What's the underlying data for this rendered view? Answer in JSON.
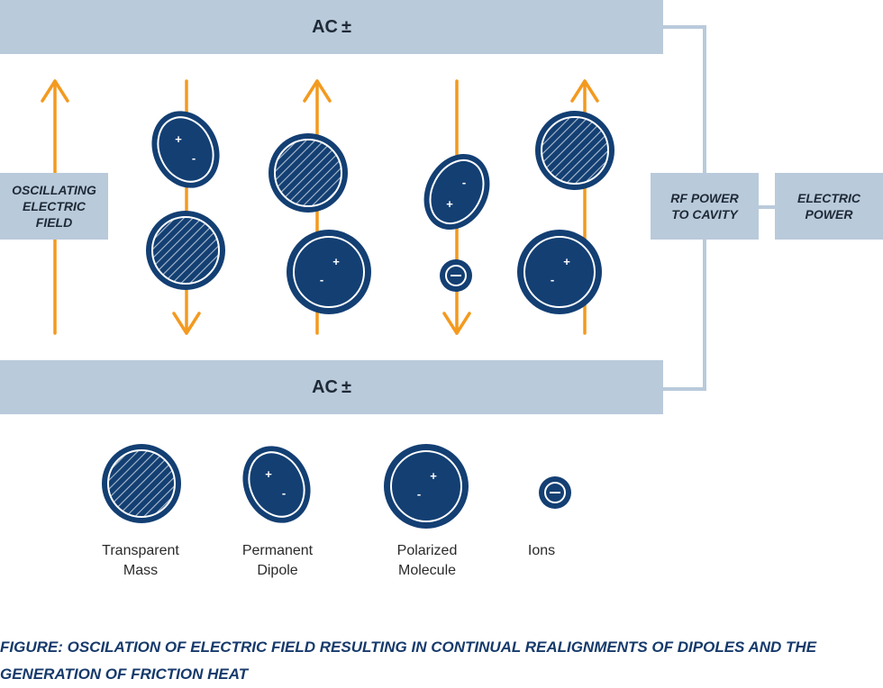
{
  "top_bar": {
    "label": "AC",
    "symbol": "±"
  },
  "bottom_bar": {
    "label": "AC",
    "symbol": "±"
  },
  "field_box": {
    "label": "OSCILLATING\nELECTRIC\nFIELD"
  },
  "rf_box": {
    "label": "RF POWER\nTO CAVITY"
  },
  "power_box": {
    "label": "ELECTRIC\nPOWER"
  },
  "signs": {
    "plus": "+",
    "minus": "-",
    "ion": "−"
  },
  "legend": [
    {
      "label": "Transparent\nMass"
    },
    {
      "label": "Permanent\nDipole"
    },
    {
      "label": "Polarized\nMolecule"
    },
    {
      "label": "Ions"
    }
  ],
  "caption": "FIGURE: OSCILATION OF ELECTRIC FIELD RESULTING IN CONTINUAL REALIGNMENTS OF DIPOLES AND THE GENERATION OF FRICTION HEAT",
  "colors": {
    "bar": "#b9cadb",
    "navy": "#133f73",
    "arrow": "#f39a1f",
    "connector": "#b9cadb",
    "caption": "#163a6b"
  }
}
